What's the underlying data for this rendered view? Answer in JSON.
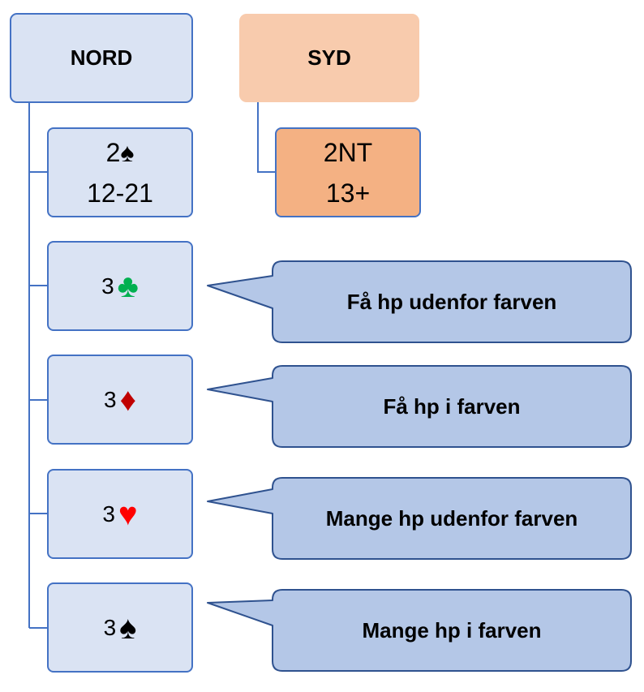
{
  "nord": {
    "label": "NORD"
  },
  "syd": {
    "label": "SYD"
  },
  "syd_response": {
    "line1": "2NT",
    "line2": "13+"
  },
  "opening": {
    "line1": "2♠",
    "line2": "12-21"
  },
  "rebids": [
    {
      "level": "3",
      "suit": "♣",
      "suit_color": "#00b050",
      "description": "Få hp udenfor farven"
    },
    {
      "level": "3",
      "suit": "♦",
      "suit_color": "#c00000",
      "description": "Få hp i farven"
    },
    {
      "level": "3",
      "suit": "♥",
      "suit_color": "#ff0000",
      "description": "Mange hp udenfor farven"
    },
    {
      "level": "3",
      "suit": "♠",
      "suit_color": "#000000",
      "description": "Mange hp i farven"
    }
  ],
  "colors": {
    "box_fill": "#dae3f3",
    "box_border": "#4472c4",
    "callout_fill": "#b4c7e7",
    "callout_border": "#2f528f",
    "syd_fill": "#f8cbad",
    "syd_response_fill": "#f4b183"
  }
}
